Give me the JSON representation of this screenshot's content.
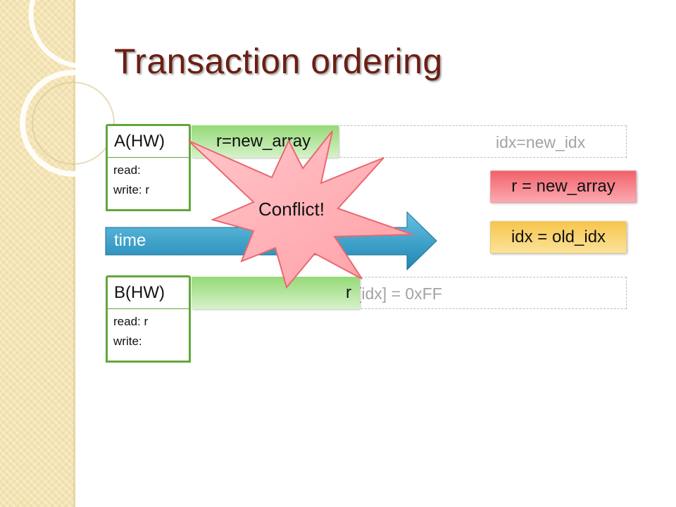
{
  "slide": {
    "title": "Transaction ordering"
  },
  "transaction_a": {
    "label": "A(HW)",
    "read": "read:",
    "write": "write: r",
    "op1": "r=new_array",
    "op2": "idx=new_idx"
  },
  "timeline": {
    "label": "time"
  },
  "transaction_b": {
    "label": "B(HW)",
    "read": "read: r",
    "write": "write:",
    "op_prefix": "r",
    "op_rest": "[idx] = 0xFF"
  },
  "conflict": {
    "text": "Conflict!"
  },
  "results": {
    "r_value": "r = new_array",
    "idx_value": "idx = old_idx"
  },
  "colors": {
    "title": "#6b1f14",
    "box_border": "#62a73b",
    "arrow": "#2b9bc7",
    "burst": "#ffb3b8",
    "result_red": "#f2616a",
    "result_yellow": "#f7c54d"
  }
}
